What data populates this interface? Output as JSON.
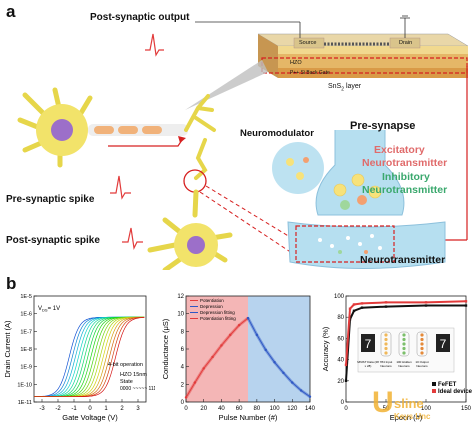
{
  "panel_a": {
    "letter": "a",
    "post_synaptic_output": "Post-synaptic output",
    "device": {
      "source": "Source",
      "drain": "Drain",
      "hzo": "HZO",
      "gate": "P++ Si Back Gate",
      "layer": "SnS",
      "layer_sub": "2",
      "layer_suffix": " layer"
    },
    "neuromodulator": "Neuromodulator",
    "pre_synapse": "Pre-synapse",
    "excitatory_1": "Excitatory",
    "excitatory_2": "Neurotransmitter",
    "inhibitory_1": "Inhibitory",
    "inhibitory_2": "Neurotransmitter",
    "pre_spike": "Pre-synaptic spike",
    "post_spike": "Post-synaptic spike",
    "neurotransmitter": "Neurotransmitter"
  },
  "panel_b": {
    "letter": "b"
  },
  "chart_data": [
    {
      "type": "line",
      "title": "",
      "xlabel": "Gate Voltage (V)",
      "ylabel": "Drain Current (A)",
      "xlim": [
        -3.5,
        3.5
      ],
      "xticks": [
        "-3",
        "-2",
        "-1",
        "0",
        "1",
        "2",
        "3"
      ],
      "yticks": [
        "1E-5",
        "1E-6",
        "1E-7",
        "1E-8",
        "1E-9",
        "1E-10",
        "1E-11"
      ],
      "ylim_log10": [
        -11,
        -5
      ],
      "annotations": {
        "vds": "V",
        "vds_sub": "DS",
        "vds_val": "= 1V",
        "op": "4-bit operation",
        "hzo": "HZO 15nm",
        "state": "State",
        "state_range": "0000 ~~~~~ 1111"
      },
      "series_count": 16,
      "threshold_shift": [
        -1.3,
        1.6
      ]
    },
    {
      "type": "line",
      "xlabel": "Pulse Number (#)",
      "ylabel": "Conductance (μS)",
      "xlim": [
        0,
        140
      ],
      "ylim": [
        0,
        12
      ],
      "xticks": [
        "0",
        "20",
        "40",
        "60",
        "80",
        "100",
        "120",
        "140"
      ],
      "yticks": [
        "0",
        "2",
        "4",
        "6",
        "8",
        "10",
        "12"
      ],
      "regions": [
        {
          "name": "potentiation",
          "range": [
            0,
            70
          ],
          "color": "#f4b6b6"
        },
        {
          "name": "depression",
          "range": [
            70,
            140
          ],
          "color": "#b7d3ee"
        }
      ],
      "legend": [
        "Potentiation",
        "Depression",
        "Depression fitting",
        "Potentiation fitting"
      ],
      "series": [
        {
          "name": "Potentiation",
          "x": [
            0,
            10,
            20,
            30,
            40,
            50,
            60,
            70
          ],
          "values": [
            0.5,
            2.2,
            3.8,
            5.1,
            6.4,
            7.6,
            8.7,
            9.5
          ],
          "color": "#e23b3b"
        },
        {
          "name": "Depression",
          "x": [
            70,
            80,
            90,
            100,
            110,
            120,
            130,
            140
          ],
          "values": [
            9.5,
            7.6,
            5.9,
            4.5,
            3.3,
            2.2,
            1.3,
            0.6
          ],
          "color": "#2e57c4"
        }
      ]
    },
    {
      "type": "line",
      "xlabel": "Epoch (#)",
      "ylabel": "Accuracy (%)",
      "xlim": [
        0,
        150
      ],
      "ylim": [
        0,
        100
      ],
      "xticks": [
        "0",
        "50",
        "100",
        "150"
      ],
      "yticks": [
        "0",
        "20",
        "40",
        "60",
        "80",
        "100"
      ],
      "legend": [
        "FeFET",
        "Ideal device"
      ],
      "inset_labels": [
        "MNIST Data (28 x 28)",
        "784 Input Neurons",
        "100 Hidden Neurons",
        "10 Output Neurons"
      ],
      "inset_digit_in": "7",
      "inset_digit_out": "7",
      "series": [
        {
          "name": "FeFET",
          "x": [
            0,
            5,
            10,
            20,
            50,
            100,
            150
          ],
          "values": [
            20,
            78,
            86,
            89,
            90,
            91,
            91
          ],
          "color": "#111111"
        },
        {
          "name": "Ideal device",
          "x": [
            0,
            5,
            10,
            20,
            50,
            100,
            150
          ],
          "values": [
            35,
            88,
            92,
            93,
            94,
            94,
            95
          ],
          "color": "#e23b3b"
        }
      ]
    }
  ],
  "watermark": {
    "line1": "U",
    "line2": "sline",
    "line3": "Keys Unc"
  }
}
